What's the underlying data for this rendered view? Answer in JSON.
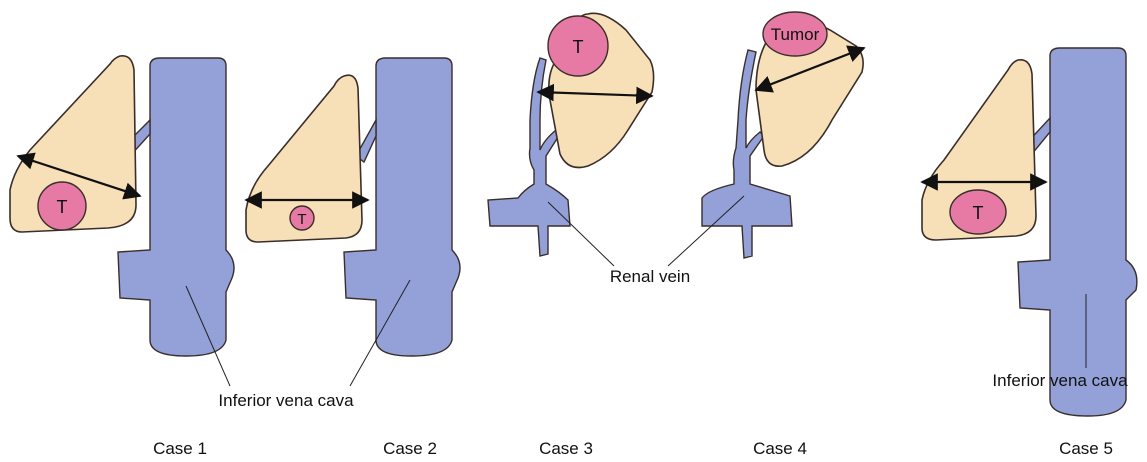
{
  "colors": {
    "adrenal": "#f7dfb8",
    "vein": "#93a1d8",
    "tumor": "#e67aa4",
    "outline": "#3a2e2a",
    "arrow": "#111111"
  },
  "labels": {
    "ivc_left": "Inferior vena cava",
    "ivc_right": "Inferior vena cava",
    "renal_vein": "Renal vein"
  },
  "cases": [
    {
      "title": "Case 1",
      "tumor_label": "T"
    },
    {
      "title": "Case 2",
      "tumor_label": "T"
    },
    {
      "title": "Case 3",
      "tumor_label": "T"
    },
    {
      "title": "Case 4",
      "tumor_label": "Tumor"
    },
    {
      "title": "Case 5",
      "tumor_label": "T"
    }
  ]
}
